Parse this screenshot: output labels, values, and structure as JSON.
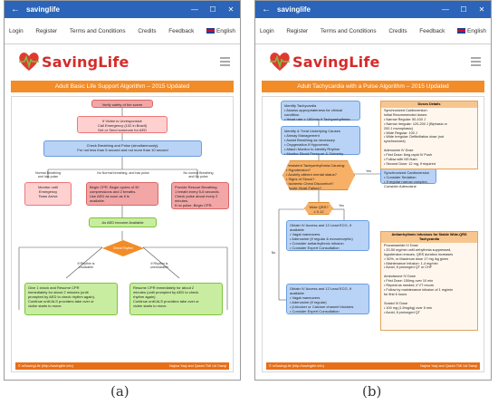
{
  "app": {
    "title": "savinglife",
    "back_icon": "arrow-left-icon",
    "window_buttons": [
      "—",
      "☐",
      "✕"
    ]
  },
  "nav": {
    "items": [
      "Login",
      "Register",
      "Terms and Conditions",
      "Credits",
      "Feedback"
    ],
    "language": "English",
    "language_icon": "uk-flag-icon"
  },
  "brand": {
    "logo_text": "SavingLife",
    "logo_icon": "heart-pulse-icon",
    "menu_icon": "hamburger-menu-icon",
    "accent": "#f28c28",
    "titlebar_color": "#2b64b8"
  },
  "panels": [
    {
      "caption": "(a)",
      "heading": "Adult Basic Life Support Algorithm – 2015 Updated",
      "footer_left": "© mSavingLife (http://savinglife.info)",
      "footer_right": "Najma Yaqi and Qasim TMI Ud Saeqi",
      "boxes": {
        "start": "Verify safety of the scene",
        "unresponsive": "If Victim is Unresponsive\nCall Emergency (102 in Brazil)\nGet or Send someone for AED",
        "check": "Check Breathing and Pulse (simultaneously).\nFor not less than 5 second and not more than 10 second",
        "label_left": "Normal Breathing\nand has pulse",
        "label_mid": "No Normal breathing, and has pulse",
        "label_right": "No normal Breathing\nand No pulse",
        "monitor": "Monitor until\nEmergency\nTeam Arrive",
        "cpr": "Begin CPR. Begin cycles of 30\ncompressions and 2 breaths.\nUse AED as soon as it is\navailable.",
        "rescue": "Provide Rescue Breathing.\n1 breath every 5-6 seconds.\nCheck pulse about every 2\nminutes.\nIf no pulse, Begin CPR.",
        "aed": "As AED become Available",
        "rhythm": "Check Rhythm",
        "shockable": "If Rhythm is\nshockable",
        "unshockable": "If Rhythm is\nunshockable",
        "shock": "Give 1 shock and Resume CPR\nimmediately for about 2 minutes (until\nprompted by AED to check rhythm again).\nContinue until ALS providers take over or\nvictim starts to move.",
        "resume": "Resume CPR immediately for about 2\nminutes (until prompted by AED to check\nrhythm again).\nContinue until ALS providers take over or\nvictim starts to move."
      }
    },
    {
      "caption": "(b)",
      "heading": "Adult Tachycardia with a Pulse Algorithm – 2015 Updated",
      "footer_left": "© mSavingLife (http://savinglife.info)",
      "footer_right": "Najma Yaqi and Qasim TMI Ud Saeqi",
      "boxes": {
        "identify": "Identify Tachycardia\n• Assess appropriateness for clinical condition.\n• Heart rate ≥ 150/min if Tachyarrhythmia",
        "treat": "Identify & Treat Underlying Causes\n• Airway Management\n• Assist Breathing as necessary\n• Oxygenation if Hypoxemic\n• Attach Monitor to identify Rhythm\n• Monitor Blood Pressure & Oximetry",
        "persistent": "Persistent Tachyarrhythmia Causing:\n• Hypotension?\n• Acutely altered mental status?\n• Signs of Shock?\n• Ischemic Chest Discomfort?\n• Acute Heart Failure?",
        "yes": "Yes",
        "no": "No",
        "sync": "Synchronized Cardioversion\n• Consider Sedation\n• If regular narrow complex,\nConsider Adenosine",
        "wide": "Wide QRS?\n≥ 0.12 Seconds",
        "iv_top": "Obtain IV Access and 12 Lead ECG, if\navailable\n• Vagal maneuvers\n• Adenosine (if regular & monomorphic)\n• Consider antiarrhythmic infusion\n• Consider Expert Consultation",
        "iv_bottom": "Obtain IV Access and 12 Lead ECG, if\navailable\n• Vagal maneuvers\n• Adenosine (if regular)\n• β-blocker or Calcium channel blockers\n• Consider Expert Consultation",
        "doses_head": "Doses Details",
        "doses_body": "Synchronized Cardioversion:\nInitial Recommended doses:\n• Narrow Regular: 50-100 J\n• Narrow Irregular: 120-200 J (Biphasic or\n  200 J monophasic)\n• Wide Regular: 100 J\n• Wide Irregular: Defibrillation dose (not\n  synchronized)\n\nAdenosine IV Dose\n• First Dose: 6mg rapid IV Push\n• Follow with NS flush\n• Second Dose: 12 mg, if required",
        "anti_head": "Antiarrhythmic Infusions for Stable Wide-QRS Tachycardia",
        "anti_body": "Procainamide IV Dose\n• 20-50 mg/min until arrhythmia suppressed,\n  hypotension ensues, QRS duration increases\n  > 50%, or Maximum dose 17 mg /kg given\n• Maintenance Infusion: 1-4 mg/min\n• Avoid, if prolonged QT or CHF\n\nAmiodarone IV Dose\n• First Dose: 150mg over 10 min\n• Repeat as needed, if VT recurs\n• Follow by maintenance infusion of 1 mg/min\n  for first 6 hours\n\nSotalol IV Dose\n• 100 mg (1.5mg/kg) over 5 min\n• Avoid, if prolonged QT"
      }
    }
  ]
}
